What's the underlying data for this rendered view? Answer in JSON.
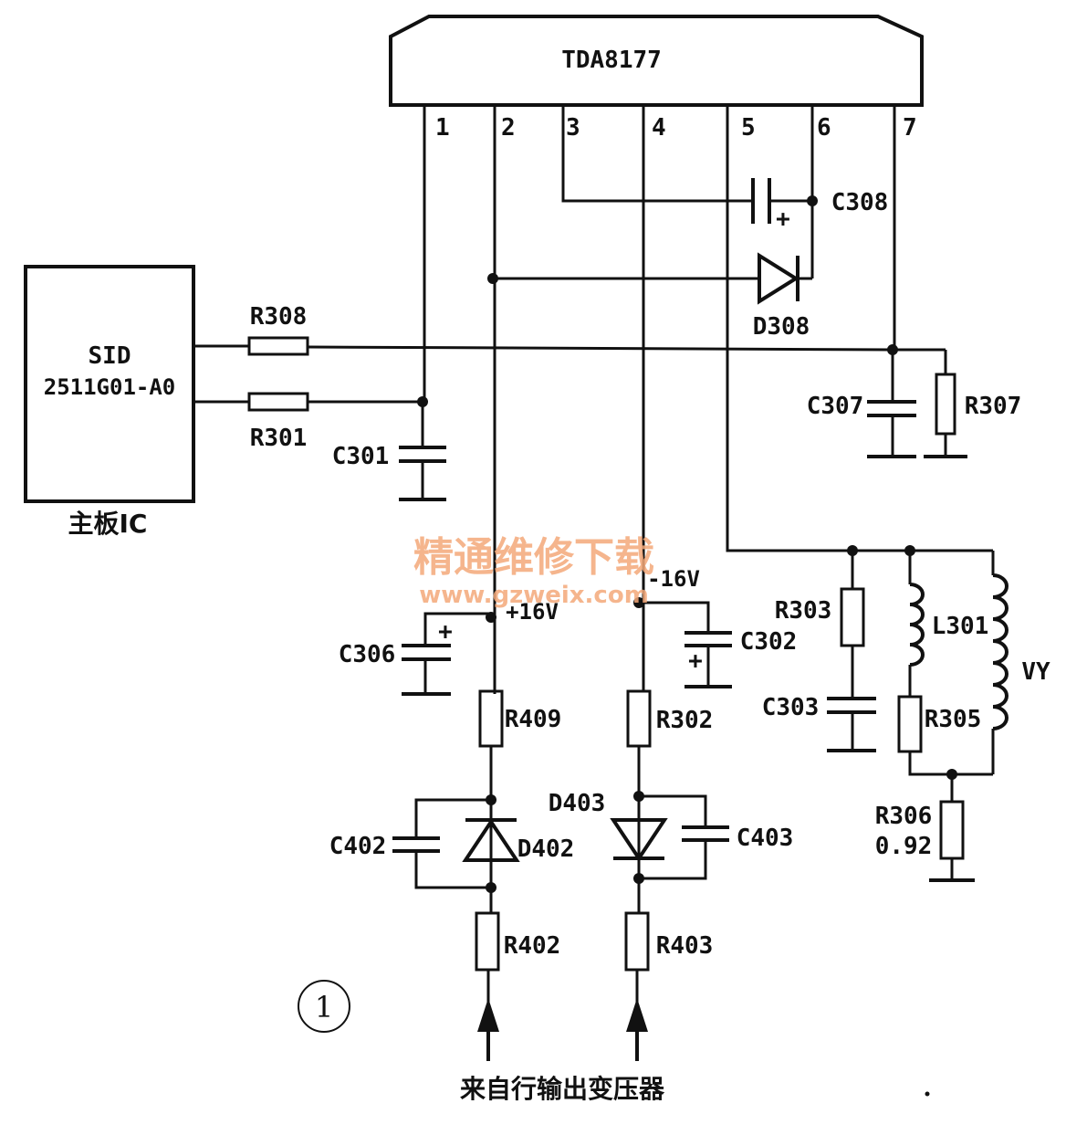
{
  "ic": {
    "name": "TDA8177",
    "pins": [
      "1",
      "2",
      "3",
      "4",
      "5",
      "6",
      "7"
    ]
  },
  "mainboard": {
    "line1": "SID",
    "line2": "2511G01-A0",
    "caption": "主板IC"
  },
  "components": {
    "r308": "R308",
    "r301": "R301",
    "c301": "C301",
    "c308": "C308",
    "d308": "D308",
    "c307": "C307",
    "r307": "R307",
    "r303": "R303",
    "c303": "C303",
    "l301": "L301",
    "vy": "VY",
    "r305": "R305",
    "r306": "R306",
    "r306_val": "0.92",
    "c306": "C306",
    "r409": "R409",
    "c402": "C402",
    "d402": "D402",
    "r402": "R402",
    "c302": "C302",
    "r302": "R302",
    "d403": "D403",
    "c403": "C403",
    "r403": "R403"
  },
  "rails": {
    "pos": "+16V",
    "neg": "-16V"
  },
  "source": "来自行输出变压器",
  "figure_number": "①",
  "watermark": {
    "line1": "精通维修下载",
    "line2": "www.gzweix.com"
  }
}
